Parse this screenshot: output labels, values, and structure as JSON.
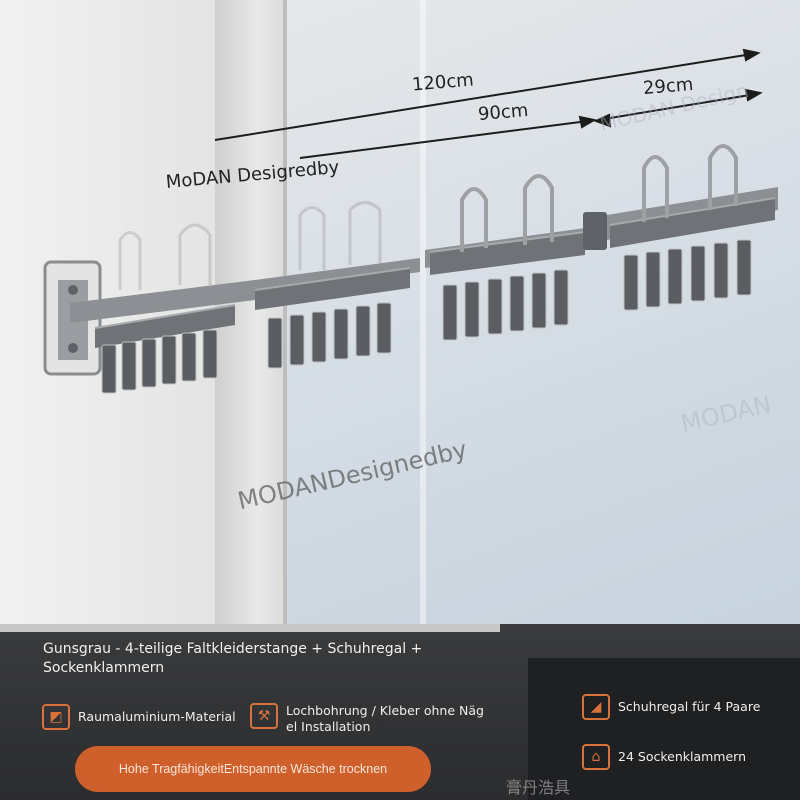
{
  "labels": {
    "brand_on_rack": "MoDAN Desigredby",
    "watermark_main": "MODANDesignedby",
    "watermark_side": "MODAN",
    "watermark_top": "MODAN Design"
  },
  "dimensions": {
    "total": "120cm",
    "main": "90cm",
    "side": "29cm"
  },
  "footer": {
    "title": "Gunsgrau - 4-teilige Faltkleiderstange + Schuhregal + Sockenklammern",
    "features": [
      {
        "icon": "aluminium-icon",
        "text": "Raumaluminium-Material"
      },
      {
        "icon": "drill-icon",
        "text": "Lochbohrung / Kleber ohne Näg el Installation"
      },
      {
        "icon": "shoe-rack-icon",
        "text": "Schuhregal für 4 Paare"
      },
      {
        "icon": "sock-clip-icon",
        "text": "24 Sockenklammern"
      }
    ],
    "cta": "Hohe TragfähigkeitEntspannte Wäsche trocknen",
    "corner_mark": "膏丹浩具"
  },
  "colors": {
    "accent": "#d0602b",
    "rack": "#7b7e83",
    "footer_bg": "#2e2f31"
  }
}
